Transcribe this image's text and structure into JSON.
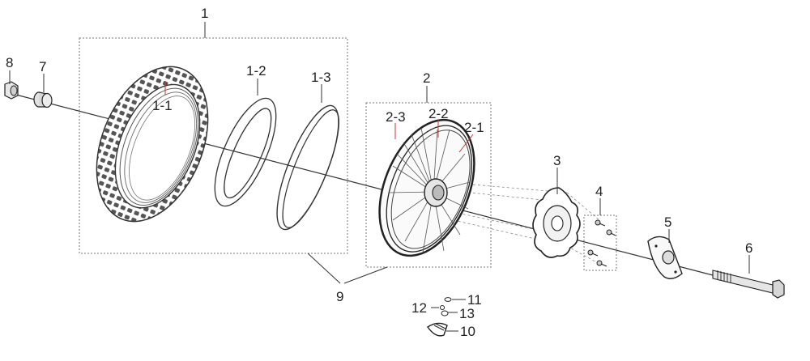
{
  "labels": {
    "p1": "1",
    "p1_1": "1-1",
    "p1_2": "1-2",
    "p1_3": "1-3",
    "p2": "2",
    "p2_1": "2-1",
    "p2_2": "2-2",
    "p2_3": "2-3",
    "p3": "3",
    "p4": "4",
    "p5": "5",
    "p6": "6",
    "p7": "7",
    "p8": "8",
    "p9": "9",
    "p10": "10",
    "p11": "11",
    "p12": "12",
    "p13": "13"
  },
  "colors": {
    "ink": "#222222",
    "leader": "#333333",
    "leader_red": "#c0392b",
    "dotted_box": "#777777",
    "tire_dark": "#4a4a4a"
  }
}
